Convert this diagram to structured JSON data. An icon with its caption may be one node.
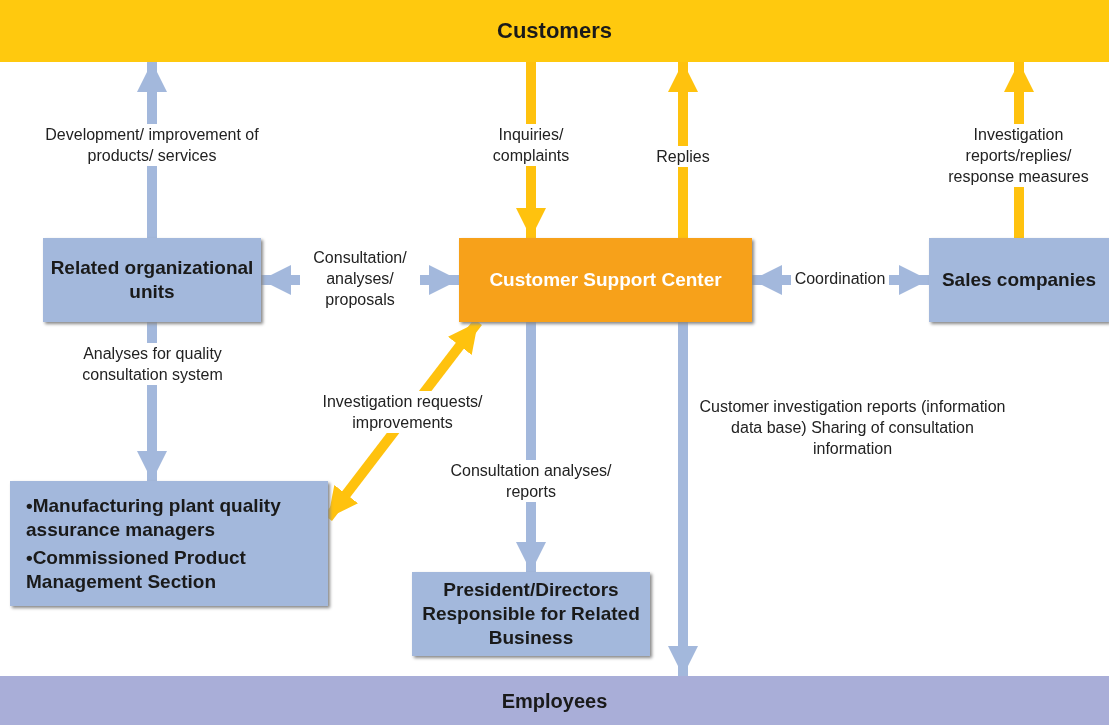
{
  "diagram": {
    "nodes": [
      {
        "text": [
          "Customers"
        ]
      },
      {
        "text": [
          "Related organizational units"
        ]
      },
      {
        "text": [
          "Customer Support Center"
        ]
      },
      {
        "text": [
          "Sales companies"
        ]
      },
      {
        "text": [
          "•Manufacturing plant quality assurance managers",
          "•Commissioned Product Management Section"
        ]
      },
      {
        "text": [
          "President/Directors Responsible for Related Business"
        ]
      },
      {
        "text": [
          "Employees"
        ]
      }
    ],
    "edges": [
      {
        "from": 1,
        "to": 0,
        "arrow": "to",
        "label": "Development/ improvement of products/ services"
      },
      {
        "from": 0,
        "to": 2,
        "arrow": "to",
        "label": "Inquiries/ complaints",
        "color": "#ffc20e"
      },
      {
        "from": 2,
        "to": 0,
        "arrow": "to",
        "label": "Replies",
        "color": "#ffc20e"
      },
      {
        "from": 3,
        "to": 0,
        "arrow": "to",
        "label": "Investigation reports/replies/ response measures",
        "color": "#ffc20e"
      },
      {
        "from": 1,
        "to": 2,
        "arrow": "both",
        "label": "Consultation/ analyses/ proposals"
      },
      {
        "from": 2,
        "to": 3,
        "arrow": "both",
        "label": "Coordination"
      },
      {
        "from": 1,
        "to": 4,
        "arrow": "to",
        "label": "Analyses for quality consultation system"
      },
      {
        "from": 2,
        "to": 4,
        "arrow": "both",
        "label": "Investigation requests/ improvements",
        "color": "#ffc20e"
      },
      {
        "from": 2,
        "to": 5,
        "arrow": "to",
        "label": "Consultation analyses/ reports"
      },
      {
        "from": 2,
        "to": 6,
        "arrow": "to",
        "label": "Customer investigation reports (information data base) Sharing of consultation information"
      }
    ]
  }
}
